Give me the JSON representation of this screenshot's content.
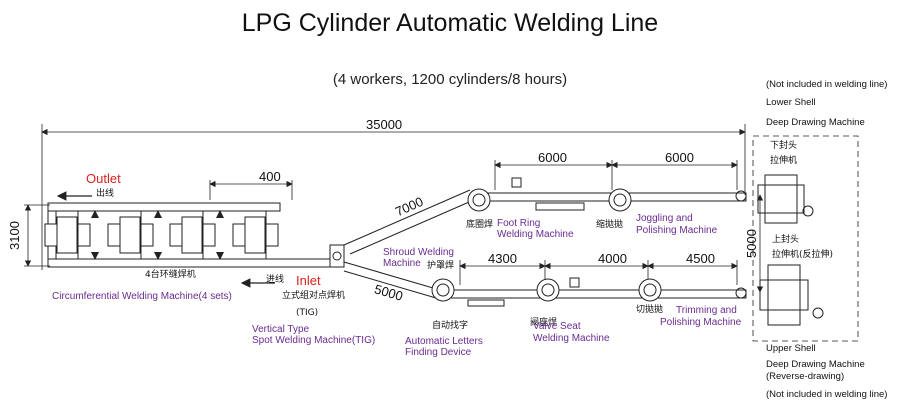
{
  "title": "LPG Cylinder Automatic Welding Line",
  "subtitle": "(4 workers, 1200 cylinders/8 hours)",
  "notes": {
    "top_excluded": "(Not included in welding line)",
    "lower_shell": "Lower Shell",
    "lower_shell_machine": "Deep Drawing Machine",
    "upper_shell": "Upper Shell",
    "upper_shell_machine": "Deep Drawing Machine",
    "upper_shell_reverse": "(Reverse-drawing)",
    "bottom_excluded": "(Not included in welding line)"
  },
  "dimensions": {
    "total": "35000",
    "seg_a": "6000",
    "seg_b": "6000",
    "seg_400": "400",
    "vertical_3100": "3100",
    "diagonal_7000": "7000",
    "diagonal_5000": "5000",
    "seg_4300": "4300",
    "seg_4000": "4000",
    "seg_4500": "4500",
    "vertical_5000": "5000"
  },
  "labels_cn": {
    "outlet_cn": "出线",
    "inlet_cn": "进线",
    "circ_cn": "4台环缝焊机",
    "foot_ring_cn": "底圈焊",
    "joggling_cn": "缩拋拋",
    "lower_head_cn_1": "下封头",
    "lower_head_cn_2": "拉伸机",
    "upper_head_cn_1": "上封头",
    "upper_head_cn_2": "拉伸机(反拉伸)",
    "shroud_cn": "护罩焊",
    "vertical_cn_1": "立式组对点焊机",
    "vertical_cn_2": "(TIG)",
    "letters_cn": "自动找字",
    "valve_cn": "阀座焊",
    "trimming_cn": "切拋拋"
  },
  "labels_en": {
    "outlet": "Outlet",
    "inlet": "Inlet",
    "circumferential": "Circumferential Welding Machine(4 sets)",
    "foot_ring_1": "Foot Ring",
    "foot_ring_2": "Welding Machine",
    "joggling_1": "Joggling and",
    "joggling_2": "Polishing Machine",
    "shroud_1": "Shroud Welding",
    "shroud_2": "Machine",
    "vertical_1": "Vertical Type",
    "vertical_2": "Spot Welding Machine(TIG)",
    "letters_1": "Automatic Letters",
    "letters_2": "Finding Device",
    "valve_1": "Valve Seat",
    "valve_2": "Welding Machine",
    "trimming_1": "Trimming and",
    "trimming_2": "Polishing Machine"
  },
  "colors": {
    "line": "#222222",
    "accent_red": "#dd2222",
    "label_purple": "#6a2c91"
  }
}
